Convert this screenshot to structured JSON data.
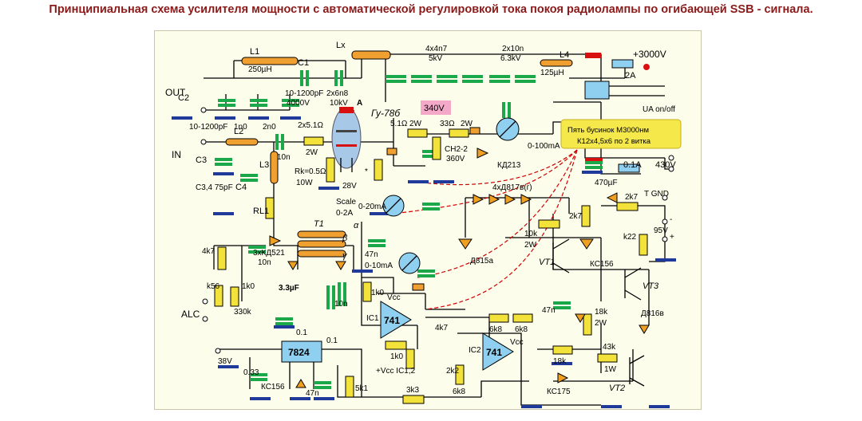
{
  "title": "Принципиальная схема усилителя мощности с автоматической регулировкой тока покоя радиолампы по огибающей SSB - сигнала.",
  "labels": {
    "out": "OUT",
    "in": "IN",
    "alc": "ALC",
    "l1": "L1",
    "l1_val": "250µH",
    "c1": "C1",
    "c1_val": "10-1200pF",
    "c1_v": "4000V",
    "c2": "C2",
    "c2_val": "10-1200pF",
    "c_1n0": "1n0",
    "c_2n0": "2n0",
    "c_2x6n8": "2x6n8",
    "c_10kv": "10kV",
    "lx": "Lx",
    "c_4x4n7": "4x4n7",
    "c_5kv": "5kV",
    "c_2x10n": "2x10n",
    "c_63kv": "6.3kV",
    "l4": "L4",
    "l4_val": "125µH",
    "v3000": "+3000V",
    "fuse2a": "2A",
    "ua_onoff": "UA on/off",
    "tube": "Гу-78б",
    "anode": "A",
    "v340": "340V",
    "r51": "5.1Ω",
    "w2a": "2W",
    "r33": "33Ω",
    "w2b": "2W",
    "ch22": "CH2-2",
    "v360": "360V",
    "kd213": "КД213",
    "ma100": "0-100mA",
    "beads": "Пять бусинок М3000нм\nК12х4,5х6 по 2 витка",
    "v430": "430V",
    "fuse01": "0.1A",
    "c470": "470µF",
    "tgnd": "T GND",
    "r2x51": "2x5.1Ω",
    "w2c": "2W",
    "c10n_a": "10n",
    "l2": "L2",
    "l3": "L3",
    "c3": "C3",
    "c34": "C3,4 75pF",
    "c4": "C4",
    "rl1": "RL1",
    "rk": "Rk=0.5Ω",
    "w10": "10W",
    "v28": "28V",
    "star": "*",
    "scale": "Scale",
    "scale2": "0-2A",
    "ma20": "0-20mA",
    "d817": "4xД817в(г)",
    "r2k7a": "2k7",
    "r2k7b": "2k7",
    "v95": "95V",
    "minus": "-",
    "plus": "+",
    "r10k": "10k",
    "w2d": "2W",
    "d815": "Д815а",
    "vt1": "VT1",
    "kc156a": "КС156",
    "k22": "k22",
    "vt3": "VT3",
    "t1": "T1",
    "alpha": "α",
    "beta": "β",
    "gamma": "γ",
    "kd521": "3xКД521",
    "c10n_b": "10n",
    "c47n_a": "47n",
    "ma10": "0-10mA",
    "r4k7a": "4k7",
    "rk56": "k56",
    "r1k0a": "1k0",
    "r330k": "330k",
    "c33u": "3.3µF",
    "c10n_c": "10n",
    "c01a": "0.1",
    "r1k0b": "1k0",
    "vcc1": "Vcc",
    "ic1": "IC1",
    "op1": "741",
    "r1k0c": "1k0",
    "r4k7b": "4k7",
    "r6k8a": "6k8",
    "r6k8b": "6k8",
    "c47n_b": "47n",
    "r18k": "18k",
    "w2e": "2W",
    "d816": "Д816в",
    "ic2": "IC2",
    "op2": "741",
    "vcc2": "Vcc",
    "r18kb": "18k",
    "r43k": "43k",
    "w1": "1W",
    "vt2": "VT2",
    "kc175": "КС175",
    "v38": "38V",
    "reg": "7824",
    "c01b": "0.1",
    "c033": "0.33",
    "kc156b": "КС156",
    "c47n_c": "47n",
    "vic": "+Vcc IC1,2",
    "r5k1": "5k1",
    "r3k3": "3k3",
    "r2k2": "2k2",
    "r6k8c": "6k8"
  },
  "colors": {
    "title": "#8b1a1a",
    "frame_bg": "#fdfdec",
    "ground": "#1f3a9a",
    "capacitor": "#1aa84a",
    "resistor": "#f3e23a",
    "inductor": "#f0a030",
    "highlight_box": "#f5a9c8",
    "note_box": "#f5e84a",
    "feedback_line": "#d00000"
  }
}
